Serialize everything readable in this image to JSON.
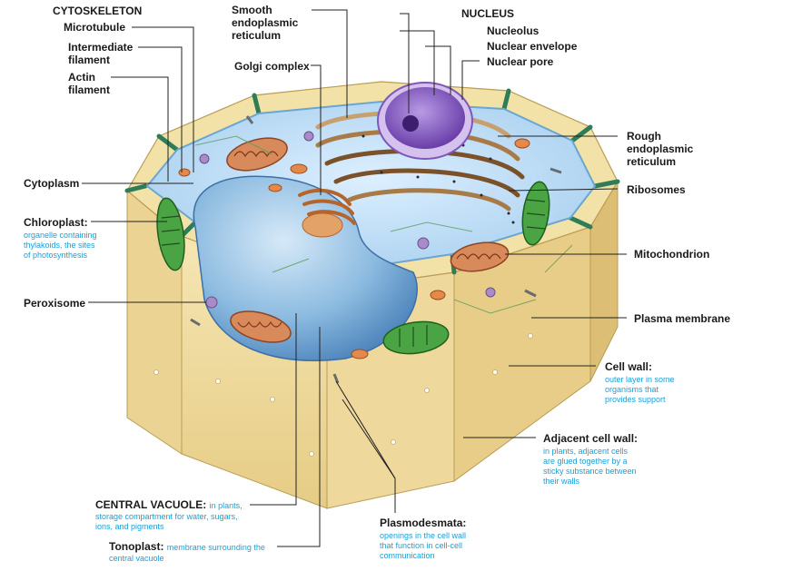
{
  "labels": {
    "cytoskeleton": "CYTOSKELETON",
    "microtubule": "Microtubule",
    "intermediate_filament": "Intermediate\nfilament",
    "actin_filament": "Actin\nfilament",
    "smooth_er": "Smooth\nendoplasmic\nreticulum",
    "golgi": "Golgi complex",
    "nucleus": "NUCLEUS",
    "nucleolus": "Nucleolus",
    "nuclear_envelope": "Nuclear envelope",
    "nuclear_pore": "Nuclear pore",
    "rough_er": "Rough\nendoplasmic\nreticulum",
    "ribosomes": "Ribosomes",
    "cytoplasm": "Cytoplasm",
    "chloroplast": "Chloroplast:",
    "chloroplast_desc": "organelle containing\nthylakoids, the sites\nof photosynthesis",
    "mitochondrion": "Mitochondrion",
    "peroxisome": "Peroxisome",
    "plasma_membrane": "Plasma membrane",
    "cell_wall": "Cell wall:",
    "cell_wall_desc": "outer layer in some\norganisms that\nprovides support",
    "adjacent_wall": "Adjacent cell wall:",
    "adjacent_wall_desc": "in plants, adjacent cells\nare glued together by a\nsticky substance between\ntheir walls",
    "central_vacuole": "CENTRAL VACUOLE:",
    "central_vacuole_inline": "in plants,",
    "central_vacuole_desc": "storage compartment for water, sugars,\nions, and pigments",
    "plasmodesmata": "Plasmodesmata:",
    "plasmodesmata_desc": "openings in the cell wall\nthat function in cell-cell\ncommunication",
    "tonoplast": "Tonoplast:",
    "tonoplast_inline": "membrane surrounding the",
    "tonoplast_desc": "central vacuole"
  },
  "colors": {
    "label_text": "#1a1a1a",
    "description_text": "#1aa0d8",
    "leader_line": "#222222",
    "cell_wall": "#f2dd9c",
    "cytoplasm": "#c9e3f3",
    "vacuole": "#7fb0da",
    "nucleus": "#8a5cc4",
    "mitochondrion": "#b7643a",
    "chloroplast": "#3f9a3a",
    "golgi": "#d9894e"
  }
}
